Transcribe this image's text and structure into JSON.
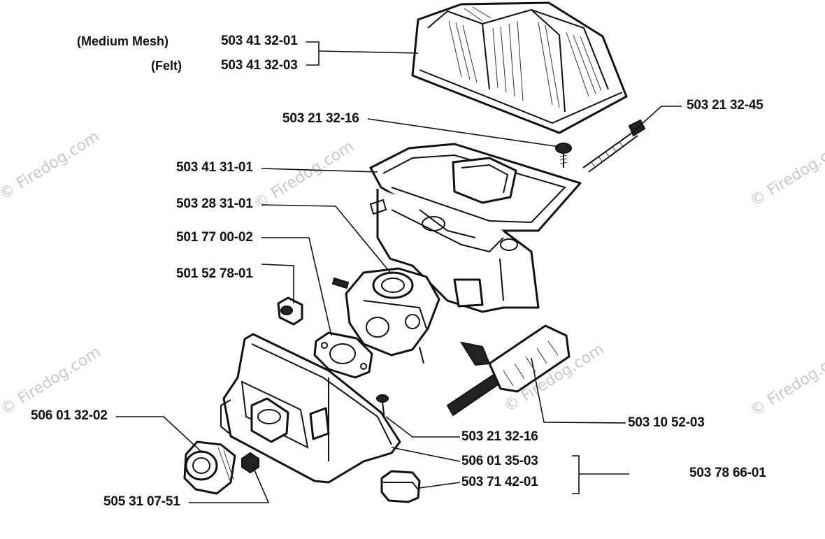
{
  "notes": {
    "medium_mesh": "(Medium Mesh)",
    "felt": "(Felt)"
  },
  "parts": {
    "filter_mesh": "503 41 32-01",
    "filter_felt": "503 41 32-03",
    "screw_top": "503 21 32-16",
    "bolt": "503 21 32-45",
    "filter_holder": "503 41 31-01",
    "carburetor": "503 28 31-01",
    "gasket": "501 77 00-02",
    "grommet": "501 52 78-01",
    "elbow": "506 01 32-02",
    "throttle_rod": "503 10 52-03",
    "screw_bottom": "503 21 32-16",
    "clip": "506 01 35-03",
    "cap": "503 71 42-01",
    "kit": "503 78 66-01",
    "plug": "505 31 07-51"
  },
  "watermark": {
    "text": "© Firedog.com"
  }
}
